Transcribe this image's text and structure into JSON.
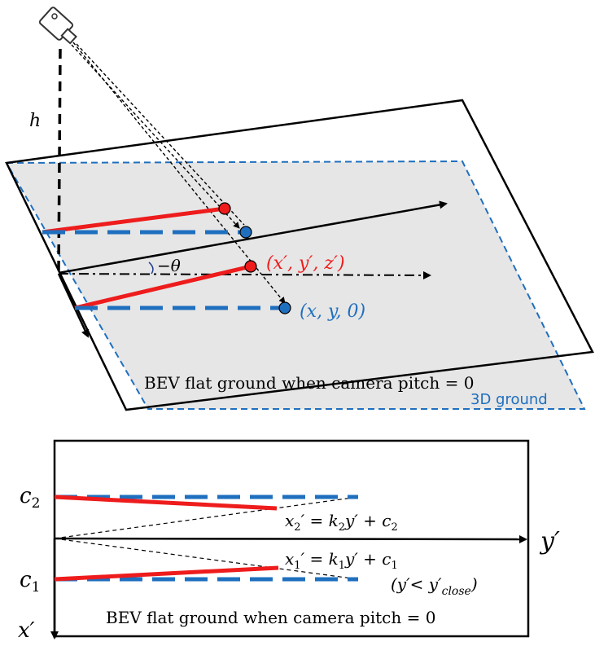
{
  "top": {
    "height_label": "h",
    "angle_label": "−θ",
    "point_raised_label": "(x′, y′, z′)",
    "point_ground_label": "(x, y, 0)",
    "bev_plane_label": "BEV flat ground when camera pitch = 0",
    "ground_plane_label": "3D ground"
  },
  "bottom": {
    "c2_main": "c",
    "c2_sub": "2",
    "c1_main": "c",
    "c1_sub": "1",
    "yaxis_label": "y′",
    "xaxis_label": "x′",
    "eq2": {
      "x": "x",
      "xsub": "2",
      "eqk": "′ = k",
      "ksub": "2",
      "rest": "y′ + c",
      "csub": "2"
    },
    "eq1": {
      "x": "x",
      "xsub": "1",
      "eqk": "′ = k",
      "ksub": "1",
      "rest": "y′ + c",
      "csub": "1"
    },
    "cond": {
      "open": "(y′< y′",
      "sub": "close",
      "close": ")"
    },
    "bev_plane_label": "BEV flat ground when camera pitch = 0"
  },
  "colors": {
    "red": "#ee1c1c",
    "blue": "#1f6fbf",
    "black": "#000000",
    "ground_fill": "#e6e6e6"
  }
}
